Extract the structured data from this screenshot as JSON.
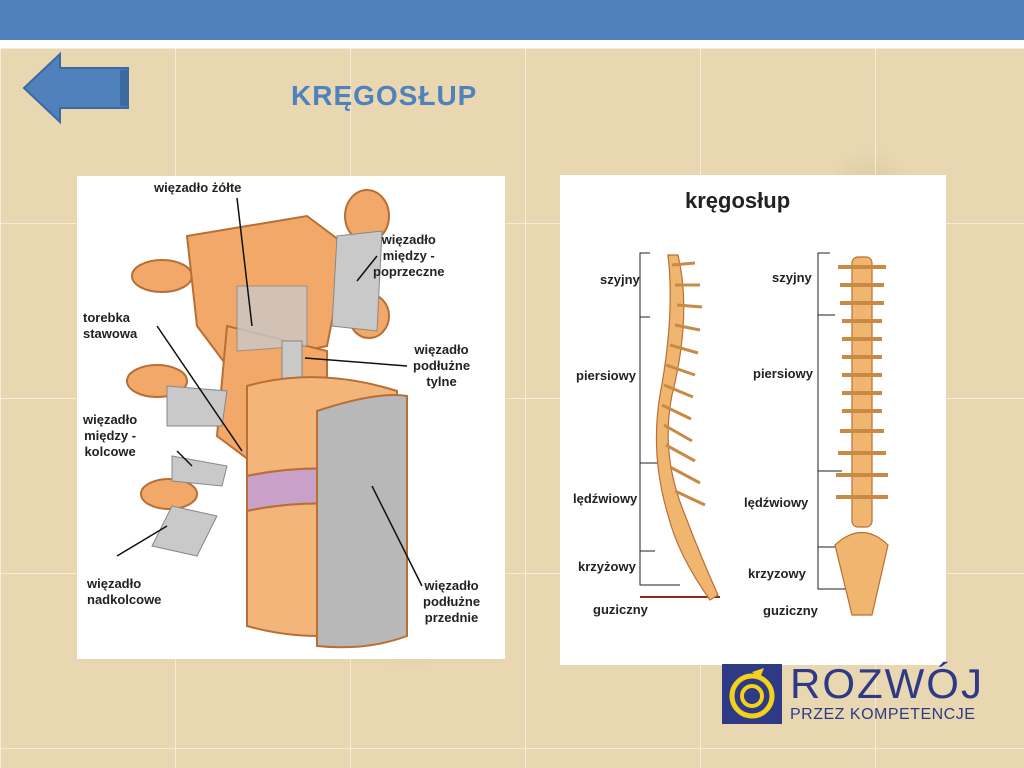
{
  "slide": {
    "title": "KRĘGOSŁUP",
    "colors": {
      "topbar": "#4f81bd",
      "title": "#4f81bd",
      "background": "#e8d7b1",
      "arrow": "#4f81bd"
    },
    "nav": {
      "back_icon": "left-arrow-icon"
    }
  },
  "left_figure": {
    "labels": {
      "zolte": "więzadło żółte",
      "miedzypoprzeczne": "więzadło\nmiędzy -\npoprzeczne",
      "torebka": "torebka\nstawowa",
      "podluzne_tylne": "więzadło\npodłużne\ntylne",
      "miedzykolcowe": "więzadło\nmiędzy -\nkolcowe",
      "nadkolcowe": "więzadło\nnadkolcowe",
      "podluzne_przednie": "więzadło\npodłużne\nprzednie"
    }
  },
  "right_figure": {
    "title": "kręgosłup",
    "side_labels": [
      "szyjny",
      "piersiowy",
      "lędźwiowy",
      "krzyżowy",
      "guziczny"
    ],
    "front_labels": [
      "szyjny",
      "piersiowy",
      "lędźwiowy",
      "krzyzowy",
      "guziczny"
    ]
  },
  "logo": {
    "word": "ROZWÓJ",
    "subtitle": "PRZEZ KOMPETENCJE",
    "icon": "rozwoj-spiral-logo-icon"
  }
}
